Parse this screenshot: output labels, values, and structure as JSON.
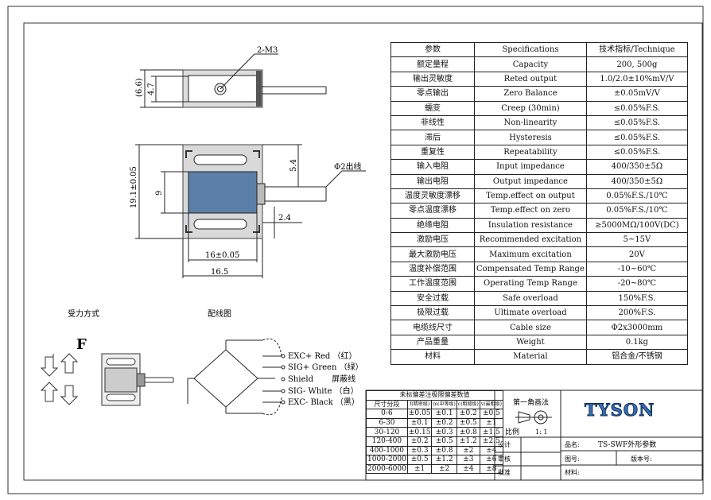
{
  "drawing": {
    "dim_thread": "2-M3",
    "dim_h_total": "(6.6)",
    "dim_h_body": "4.7",
    "dim_height": "19.1±0.05",
    "dim_block": "9",
    "dim_cable_offset": "5.4",
    "dim_cable": "Φ2出线",
    "dim_bottom_offset": "2.4",
    "dim_width_tol": "16±0.05",
    "dim_width": "16.5"
  },
  "force_section": {
    "title": "受力方式",
    "force_label": "F"
  },
  "wiring": {
    "title": "配线图",
    "wires": [
      {
        "code": "EXC+",
        "en": "Red",
        "cn": "（红）"
      },
      {
        "code": "SIG+",
        "en": "Green",
        "cn": "（绿）"
      },
      {
        "code": "Shield",
        "en": "",
        "cn": "屏蔽线"
      },
      {
        "code": "SIG-",
        "en": "White",
        "cn": "（白）"
      },
      {
        "code": "EXC-",
        "en": "Black",
        "cn": "（黑）"
      }
    ]
  },
  "spec_table": {
    "header": [
      "参数",
      "Specifications",
      "技术指标/Technique"
    ],
    "rows": [
      [
        "额定量程",
        "Capacity",
        "200, 500g"
      ],
      [
        "输出灵敏度",
        "Reted output",
        "1.0/2.0±10%mV/V"
      ],
      [
        "零点输出",
        "Zero Balance",
        "±0.05mV/V"
      ],
      [
        "蠕变",
        "Creep (30min)",
        "≤0.05%F.S."
      ],
      [
        "非线性",
        "Non-linearity",
        "≤0.05%F.S."
      ],
      [
        "滞后",
        "Hysteresis",
        "≤0.05%F.S."
      ],
      [
        "重复性",
        "Repeatability",
        "≤0.05%F.S."
      ],
      [
        "输入电阻",
        "Input impedance",
        "400/350±5Ω"
      ],
      [
        "输出电阻",
        "Output impedance",
        "400/350±5Ω"
      ],
      [
        "温度灵敏度漂移",
        "Temp.effect on output",
        "0.05%F.S./10℃"
      ],
      [
        "零点温度漂移",
        "Temp.effect on zero",
        "0.05%F.S./10℃"
      ],
      [
        "绝缘电阻",
        "Insulation resistance",
        "≥5000MΩ/100V(DC)"
      ],
      [
        "激励电压",
        "Recommended excitation",
        "5~15V"
      ],
      [
        "最大激励电压",
        "Maximum excitation",
        "20V"
      ],
      [
        "温度补偿范围",
        "Compensated Temp Range",
        "-10~60℃"
      ],
      [
        "工作温度范围",
        "Operating Temp Range",
        "-20~80℃"
      ],
      [
        "安全过载",
        "Safe overload",
        "150%F.S."
      ],
      [
        "极限过载",
        "Ultimate overload",
        "200%F.S."
      ],
      [
        "电缆线尺寸",
        "Cable size",
        "Φ2x3000mm"
      ],
      [
        "产品重量",
        "Weight",
        "0.1kg"
      ],
      [
        "材料",
        "Material",
        "铝合金/不锈钢"
      ]
    ]
  },
  "tolerance_table": {
    "title": "未标偏差注极限偏差数值",
    "col_head": "尺寸分段",
    "grades": [
      "f(精密级)",
      "m(中等级)",
      "c(粗糙级)",
      "v(最粗级)"
    ],
    "rows": [
      [
        "0-6",
        "±0.05",
        "±0.1",
        "±0.2",
        "±0.5"
      ],
      [
        "6-30",
        "±0.1",
        "±0.2",
        "±0.5",
        "±1"
      ],
      [
        "30-120",
        "±0.15",
        "±0.3",
        "±0.8",
        "±1.5"
      ],
      [
        "120-400",
        "±0.2",
        "±0.5",
        "±1.2",
        "±2.5"
      ],
      [
        "400-1000",
        "±0.3",
        "±0.8",
        "±2",
        "±4"
      ],
      [
        "1000-2000",
        "±0.5",
        "±1.2",
        "±3",
        "±6"
      ],
      [
        "2000-6000",
        "±1",
        "±2",
        "±4",
        "±8"
      ]
    ]
  },
  "title_block": {
    "projection": "第一角画法",
    "scale_label": "比例",
    "scale_value": "1: 1",
    "design": "设计",
    "review": "审核",
    "approve": "批准",
    "brand": "TYSON",
    "name_label": "品名:",
    "name_value": "TS-SWF外形参数",
    "drawing_no_label": "图号:",
    "version_label": "版本号:",
    "material_label": "材料:"
  },
  "colors": {
    "body_blue": "#5b7fa8",
    "frame_gray": "#d9d9d9",
    "line": "#222222",
    "brand": "#3a6fb0"
  }
}
